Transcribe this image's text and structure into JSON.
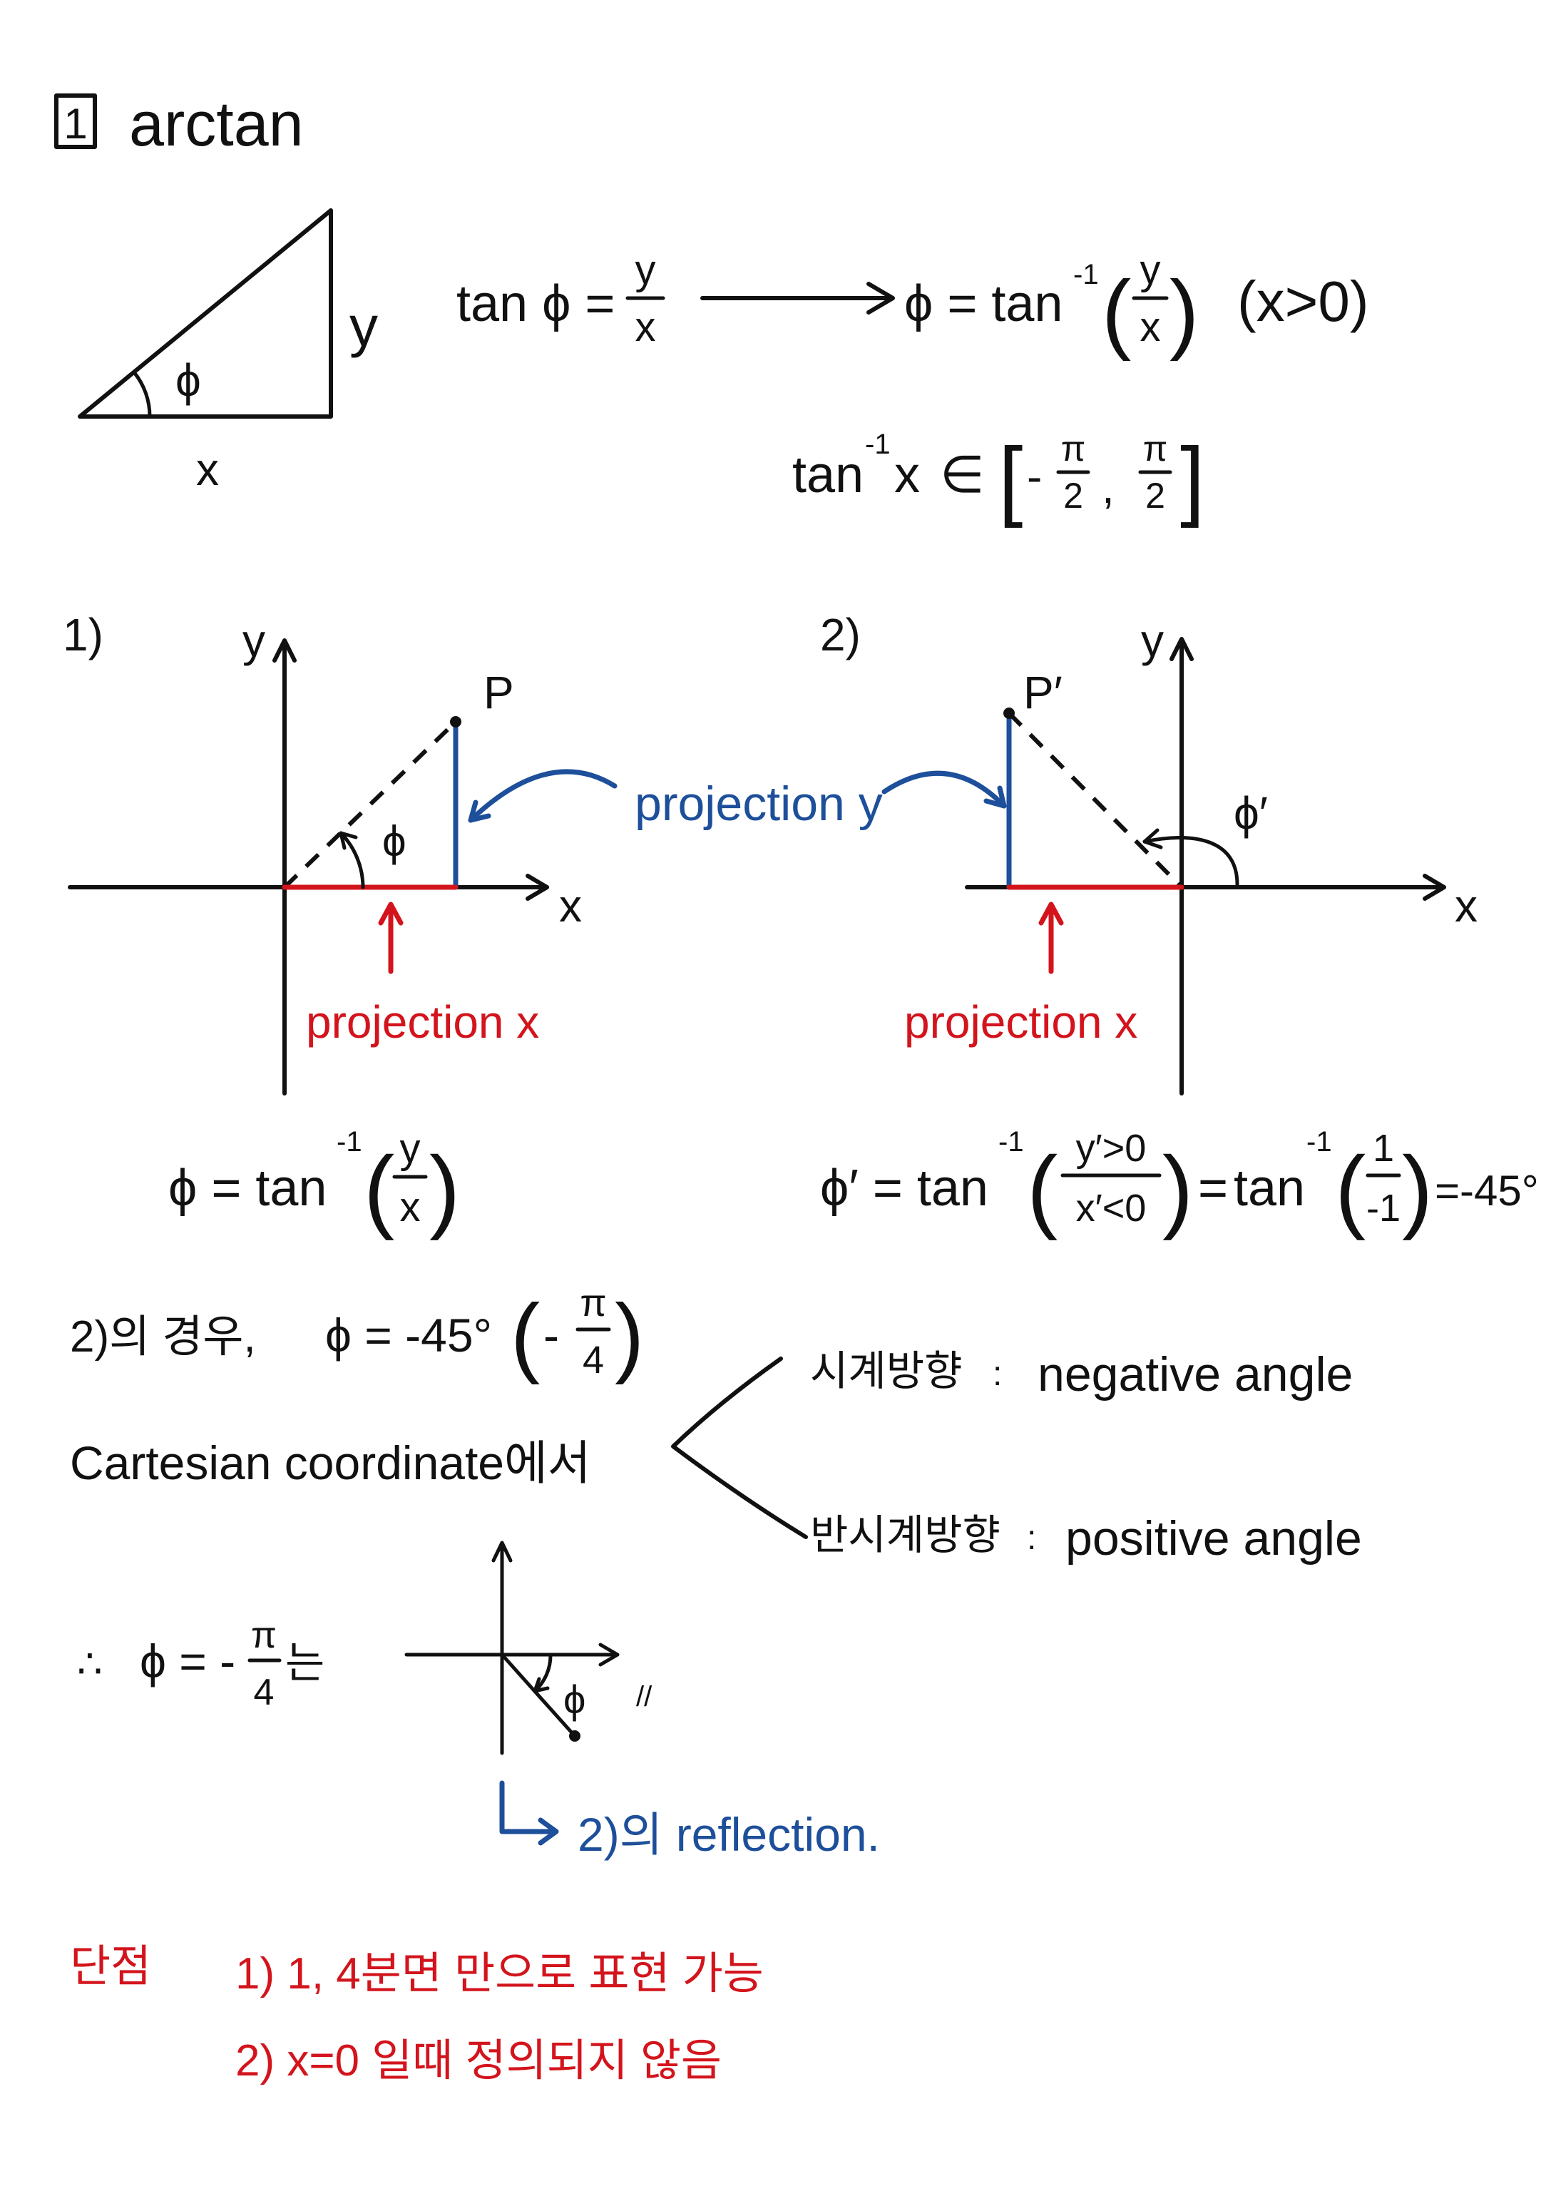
{
  "colors": {
    "ink": "#111111",
    "red": "#d3141c",
    "blue": "#1d4f9a"
  },
  "heading": {
    "number": "1",
    "title": "arctan"
  },
  "triangle": {
    "angle": "ϕ",
    "opposite": "y",
    "adjacent": "x"
  },
  "definition": {
    "lhs": "tan ϕ =",
    "lhs_num": "y",
    "lhs_den": "x",
    "rhs": "ϕ = tan",
    "rhs_exp": "-1",
    "lparen": "(",
    "rhs_num": "y",
    "rhs_den": "x",
    "rparen": ")",
    "condition": "(x>0)"
  },
  "range": {
    "func": "tan",
    "exp": "-1",
    "var": "x",
    "member": "∈",
    "lbracket": "[",
    "minus": "-",
    "low_num": "π",
    "low_den": "2",
    "comma": ",",
    "high_num": "π",
    "high_den": "2",
    "rbracket": "]"
  },
  "case1": {
    "label": "1)",
    "y_axis": "y",
    "x_axis": "x",
    "point": "P",
    "angle": "ϕ",
    "projection_x": "projection x",
    "formula": {
      "lhs": "ϕ = tan",
      "exp": "-1",
      "lparen": "(",
      "num": "y",
      "den": "x",
      "rparen": ")"
    }
  },
  "projection_y": "projection y",
  "case2": {
    "label": "2)",
    "y_axis": "y",
    "x_axis": "x",
    "point": "P′",
    "angle": "ϕ′",
    "projection_x": "projection x",
    "formula": {
      "lhs": "ϕ′ = tan",
      "exp1": "-1",
      "lparen1": "(",
      "num1": "y′>0",
      "den1": "x′<0",
      "rparen1": ")",
      "eq": "=",
      "func": "tan",
      "exp2": "-1",
      "lparen2": "(",
      "num2": "1",
      "den2": "-1",
      "rparen2": ")",
      "result": "=-45°"
    }
  },
  "note": {
    "case_text": "2)의 경우,",
    "angle_eq": "ϕ = -45°",
    "lparen": "(",
    "minus": "-",
    "num": "π",
    "den": "4",
    "rparen": ")"
  },
  "cartesian": "Cartesian coordinate에서",
  "directions": [
    {
      "korean": "시계방향",
      "sep": ":",
      "english": "negative angle"
    },
    {
      "korean": "반시계방향",
      "sep": ":",
      "english": "positive angle"
    }
  ],
  "conclusion": {
    "therefore": "∴",
    "lhs": "ϕ = -",
    "num": "π",
    "den": "4",
    "suffix": "는",
    "angle": "ϕ",
    "end_mark": "//"
  },
  "reflection": "2)의 reflection.",
  "drawbacks": {
    "title": "단점",
    "items": [
      "1) 1, 4분면 만으로 표현 가능",
      "2) x=0 일때 정의되지 않음"
    ]
  }
}
